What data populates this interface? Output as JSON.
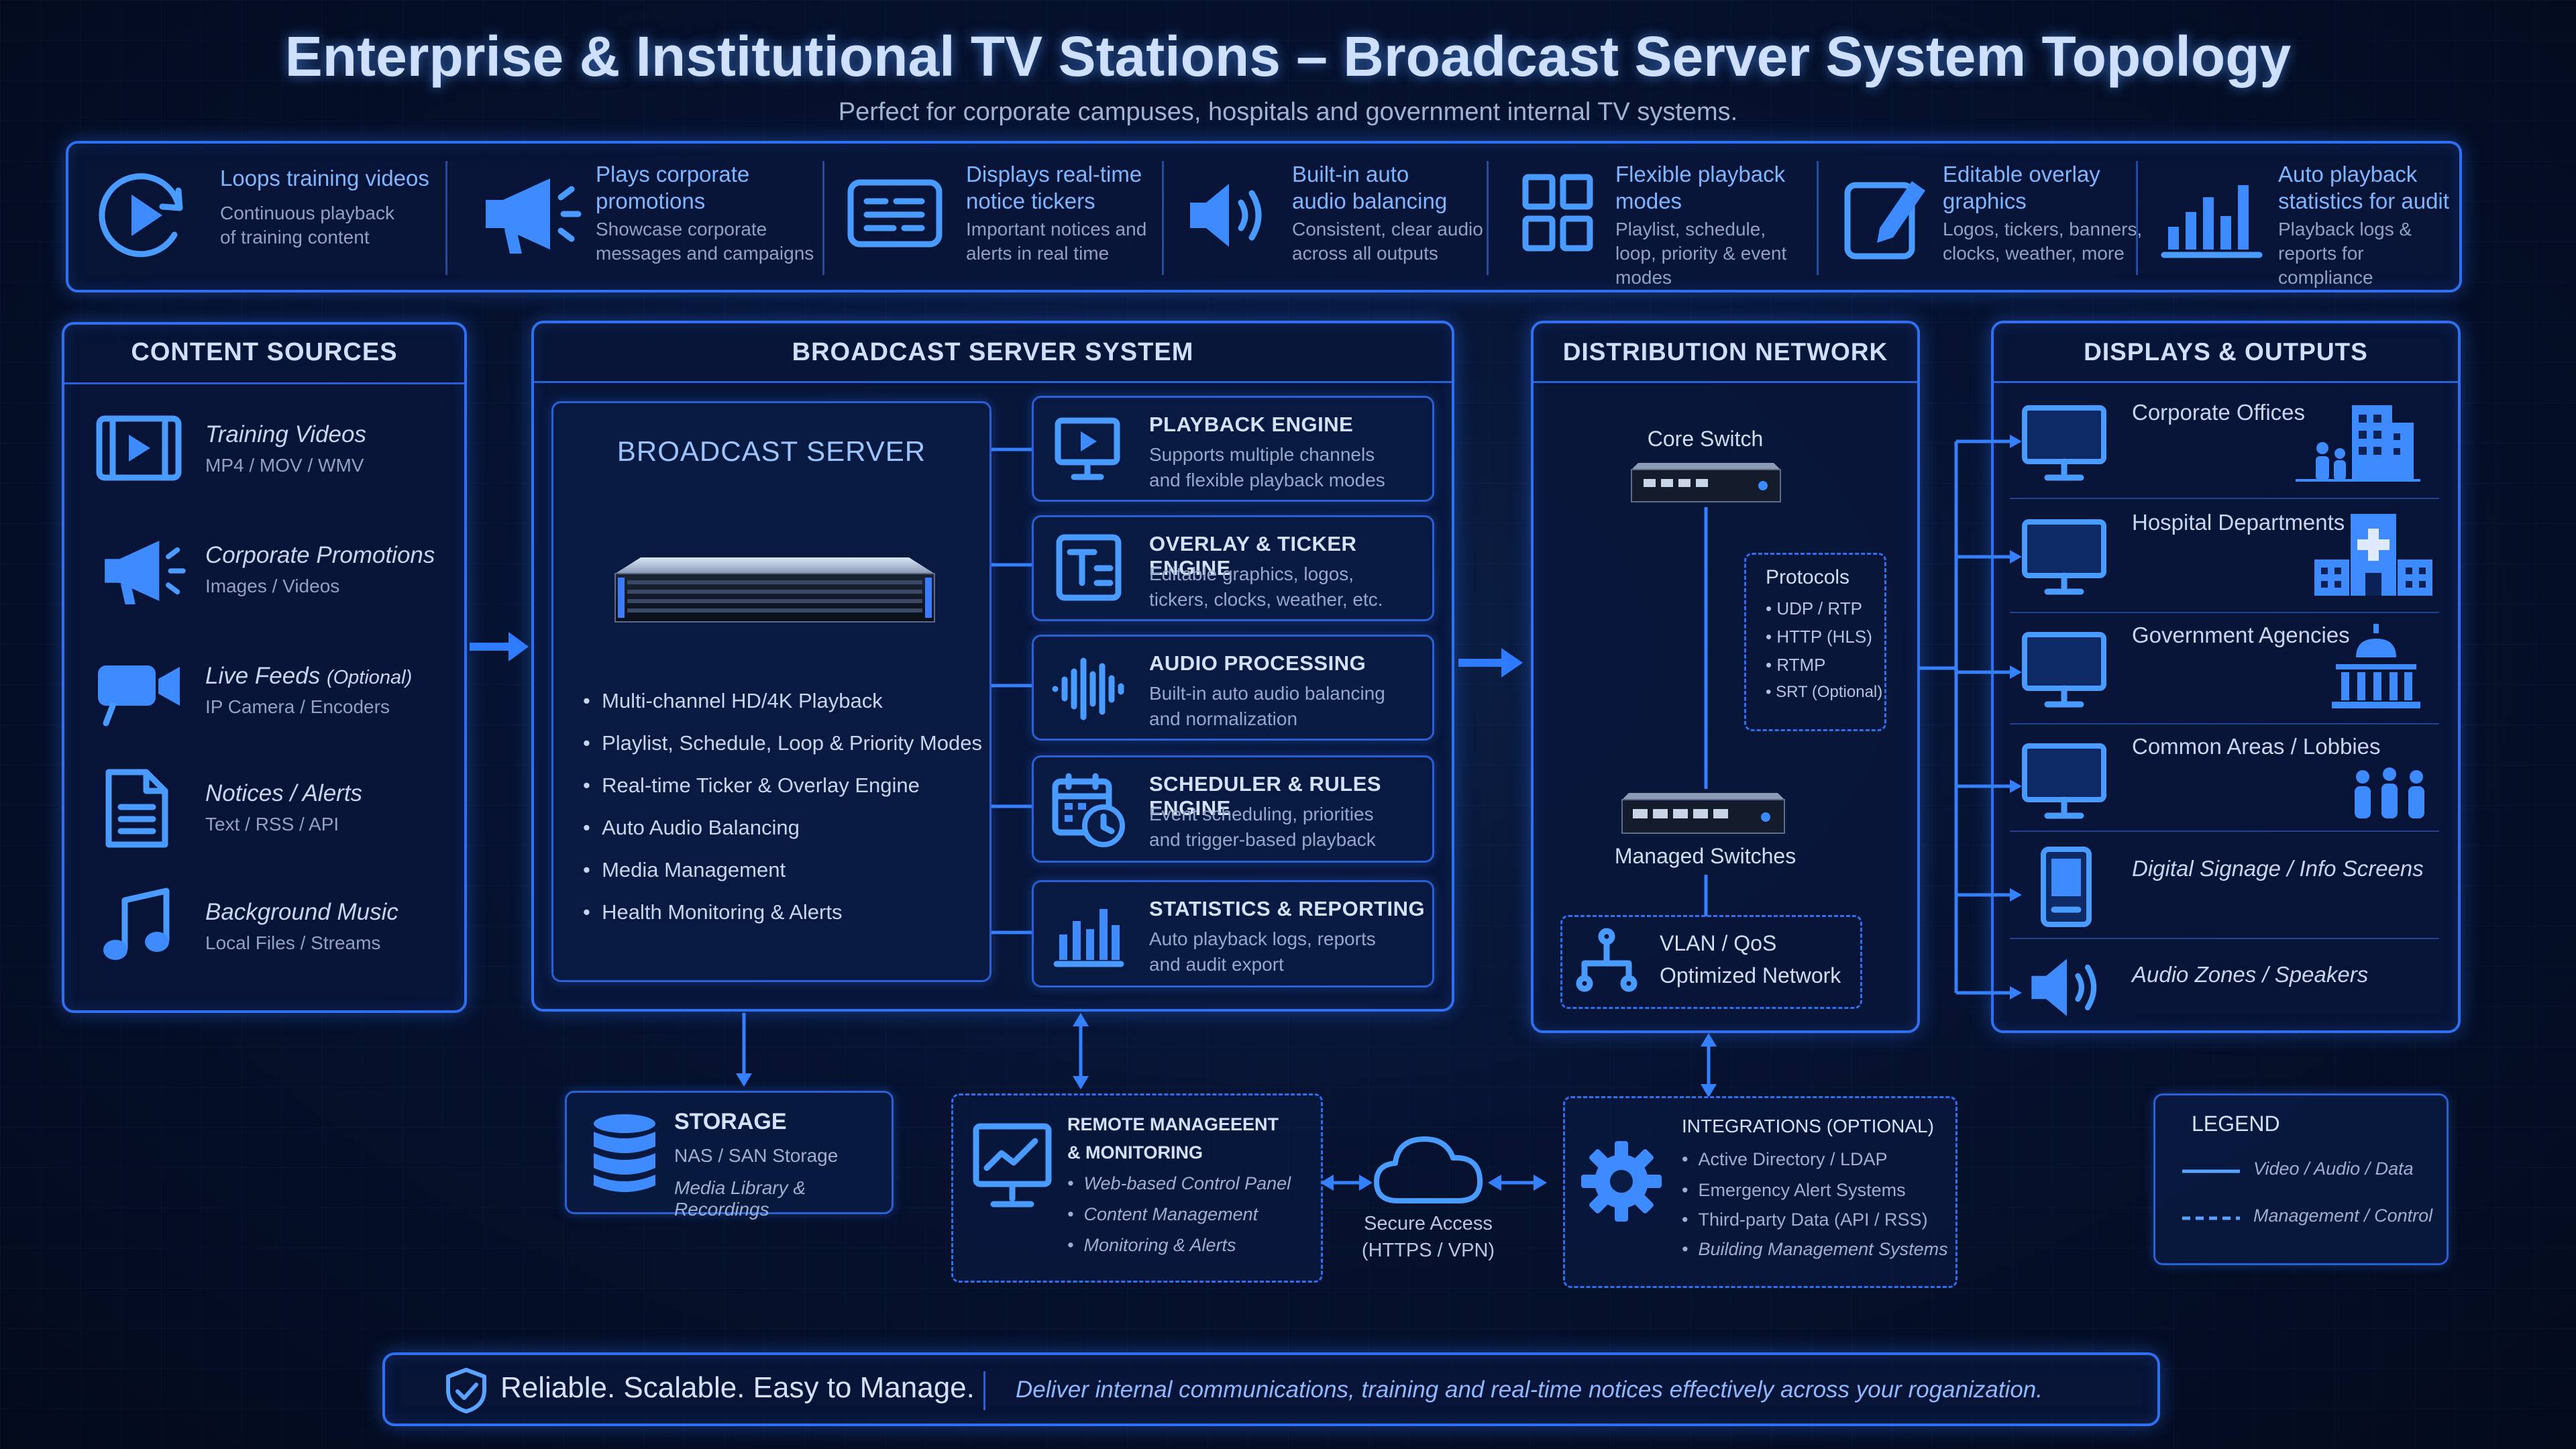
{
  "title": "Enterprise & Institutional TV Stations – Broadcast Server System Topology",
  "subtitle": "Perfect for corporate campuses, hospitals and government internal TV systems.",
  "features": [
    {
      "icon": "play-loop-icon",
      "title": "Loops training videos",
      "desc": "Continuous playback of training content"
    },
    {
      "icon": "megaphone-icon",
      "title": "Plays corporate promotions",
      "desc": "Showcase corporate messages and campaigns"
    },
    {
      "icon": "ticker-icon",
      "title": "Displays real-time notice tickers",
      "desc": "Important notices and alerts in real time"
    },
    {
      "icon": "speaker-icon",
      "title": "Built-in auto audio balancing",
      "desc": "Consistent, clear audio across all outputs"
    },
    {
      "icon": "grid-icon",
      "title": "Flexible playback modes",
      "desc": "Playlist, schedule, loop, priority & event modes"
    },
    {
      "icon": "edit-icon",
      "title": "Editable overlay graphics",
      "desc": "Logos, tickers, banners, clocks, weather, more"
    },
    {
      "icon": "bar-chart-icon",
      "title": "Auto playback statistics for audit",
      "desc": "Playback logs & reports for compliance"
    }
  ],
  "content_sources": {
    "title": "CONTENT SOURCES",
    "items": [
      {
        "icon": "video-file-icon",
        "name": "Training Videos",
        "sub": "MP4 / MOV / WMV"
      },
      {
        "icon": "megaphone-icon",
        "name": "Corporate Promotions",
        "sub": "Images / Videos"
      },
      {
        "icon": "camera-icon",
        "name": "Live Feeds",
        "name_suffix": "(Optional)",
        "sub": "IP Camera / Encoders"
      },
      {
        "icon": "document-icon",
        "name": "Notices / Alerts",
        "sub": "Text / RSS / API"
      },
      {
        "icon": "music-note-icon",
        "name": "Background Music",
        "sub": "Local Files / Streams"
      }
    ]
  },
  "server_system": {
    "title": "BROADCAST SERVER SYSTEM",
    "server_title": "BROADCAST SERVER",
    "bullets": [
      "Multi-channel HD/4K Playback",
      "Playlist, Schedule, Loop & Priority Modes",
      "Real-time Ticker & Overlay Engine",
      "Auto Audio Balancing",
      "Media Management",
      "Health Monitoring & Alerts"
    ],
    "engines": [
      {
        "icon": "monitor-play-icon",
        "title": "PLAYBACK ENGINE",
        "desc1": "Supports multiple channels",
        "desc2": "and flexible playback modes"
      },
      {
        "icon": "text-overlay-icon",
        "title": "OVERLAY & TICKER ENGINE",
        "desc1": "Editable graphics, logos,",
        "desc2": "tickers, clocks, weather, etc."
      },
      {
        "icon": "waveform-icon",
        "title": "AUDIO PROCESSING",
        "desc1": "Built-in auto audio balancing",
        "desc2": "and normalization"
      },
      {
        "icon": "calendar-clock-icon",
        "title": "SCHEDULER & RULES ENGINE",
        "desc1": "Event scheduling, priorities",
        "desc2": "and trigger-based playback"
      },
      {
        "icon": "bar-chart-icon",
        "title": "STATISTICS & REPORTING",
        "desc1": "Auto playback logs, reports",
        "desc2": "and audit export"
      }
    ]
  },
  "distribution": {
    "title": "DISTRIBUTION NETWORK",
    "core_switch": "Core Switch",
    "managed_switches": "Managed Switches",
    "protocols_title": "Protocols",
    "protocols": [
      "• UDP / RTP",
      "• HTTP (HLS)",
      "• RTMP",
      "• SRT (Optional)"
    ],
    "vlan_title": "VLAN / QoS",
    "vlan_sub": "Optimized Network"
  },
  "displays": {
    "title": "DISPLAYS & OUTPUTS",
    "items": [
      {
        "icon": "monitor-icon",
        "label": "Corporate Offices",
        "art": "office-building-icon"
      },
      {
        "icon": "monitor-icon",
        "label": "Hospital Departments",
        "art": "hospital-icon"
      },
      {
        "icon": "monitor-icon",
        "label": "Government Agencies",
        "art": "government-building-icon"
      },
      {
        "icon": "monitor-icon",
        "label": "Common Areas / Lobbies",
        "art": "people-icon"
      },
      {
        "icon": "kiosk-icon",
        "label": "Digital Signage / Info Screens",
        "art": ""
      },
      {
        "icon": "speaker-icon",
        "label": "Audio Zones / Speakers",
        "art": ""
      }
    ]
  },
  "storage": {
    "title": "STORAGE",
    "line1": "NAS / SAN Storage",
    "line2": "Media Library & Recordings"
  },
  "remote": {
    "title1": "REMOTE MANAGEEENT",
    "title2": "& MONITORING",
    "items": [
      "Web-based Control Panel",
      "Content Management",
      "Monitoring & Alerts"
    ]
  },
  "secure_access": {
    "line1": "Secure Access",
    "line2": "(HTTPS / VPN)"
  },
  "integrations": {
    "title": "INTEGRATIONS (OPTIONAL)",
    "items": [
      "Active Directory / LDAP",
      "Emergency Alert Systems",
      "Third-party Data (API / RSS)",
      "Building Management Systems"
    ]
  },
  "legend": {
    "title": "LEGEND",
    "solid": "Video / Audio / Data",
    "dashed": "Management / Control"
  },
  "footer": {
    "tagline": "Reliable. Scalable. Easy to Manage.",
    "message": "Deliver internal communications, training and real-time notices effectively across your roganization."
  },
  "colors": {
    "accent": "#2f6ff0",
    "icon": "#4a9bff",
    "background": "#061230",
    "title_text": "#cfe0ff"
  }
}
